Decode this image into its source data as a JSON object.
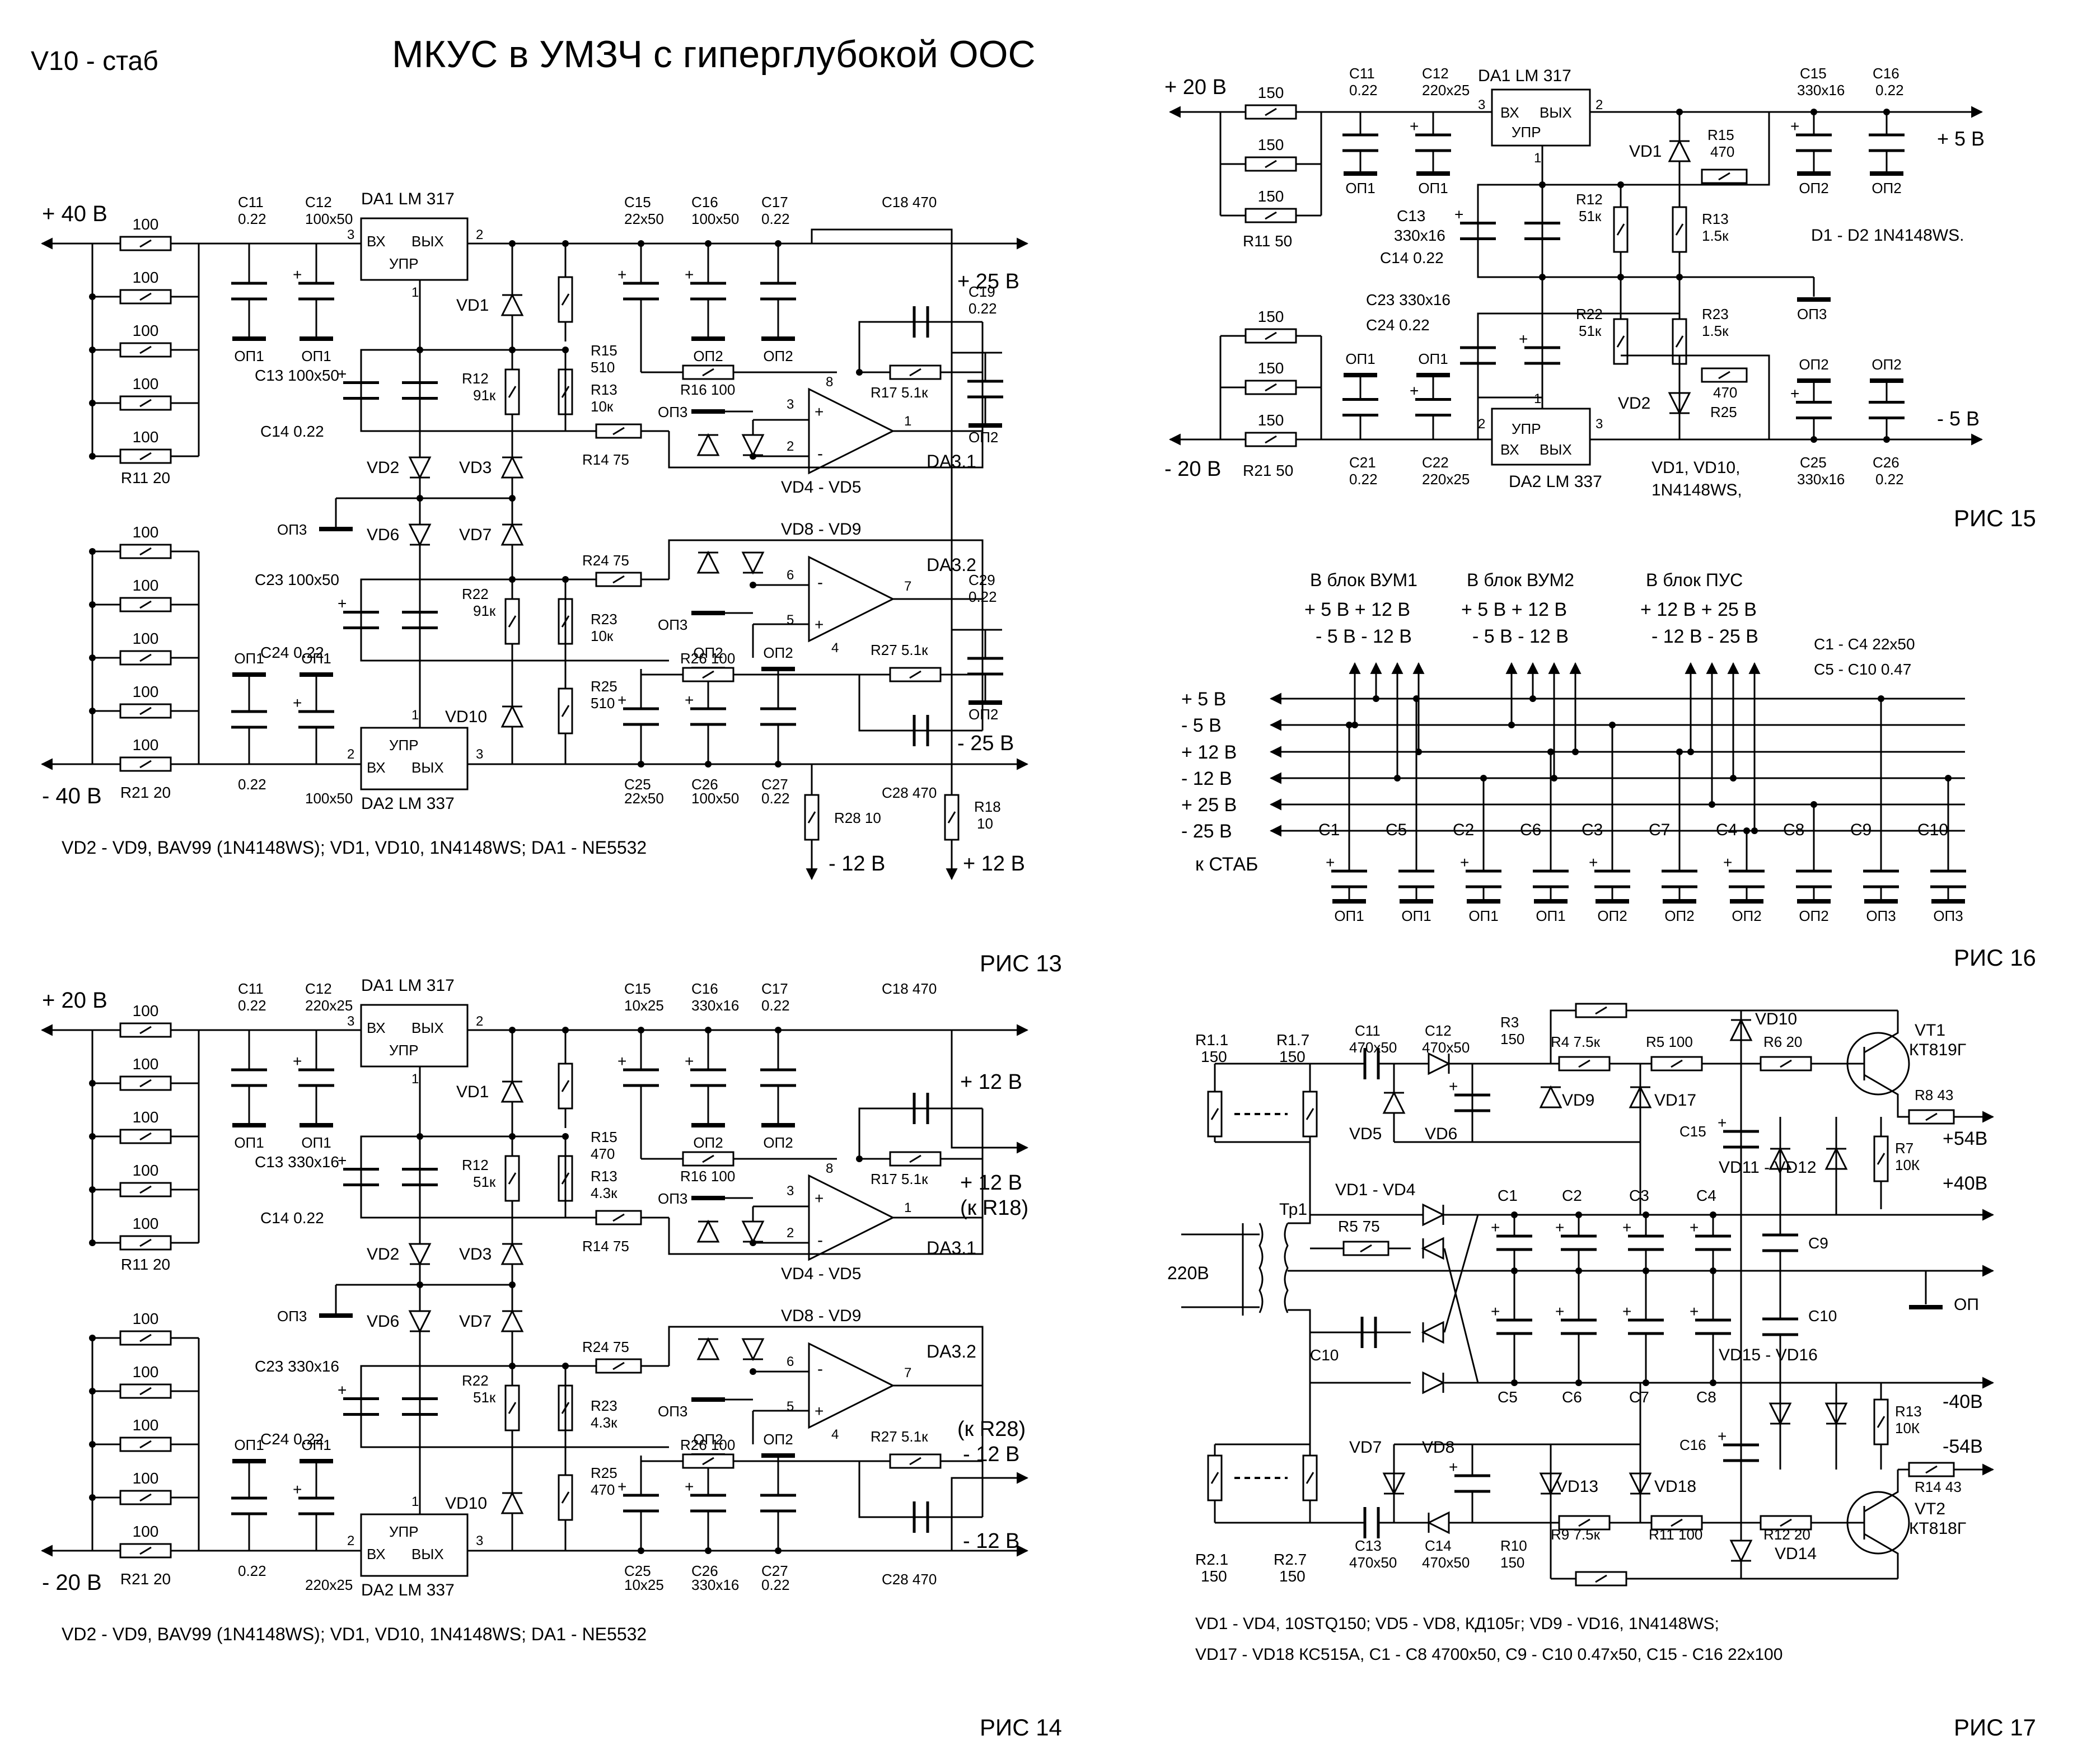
{
  "header": {
    "tag": "V10 - стаб",
    "title": "МКУС в УМЗЧ с гиперглубокой ООС"
  },
  "figures": {
    "fig13": {
      "caption": "РИС 13",
      "rails": {
        "pos_in": "+ 40 В",
        "neg_in": "- 40 В",
        "pos_out": "+ 25 В",
        "neg_out": "- 25 В",
        "tap_neg12": "- 12 В",
        "tap_pos12": "+ 12 В"
      },
      "parts": {
        "r100": "100",
        "r11": "R11  20",
        "r21": "R21  20",
        "c11": "C11",
        "c11v": "0.22",
        "c12": "C12",
        "c12v": "100x50",
        "da1": "DA1   LM 317",
        "da2": "DA2   LM 337",
        "vx": "ВХ",
        "vyx": "ВЫХ",
        "upr": "УПР",
        "c13": "C13  100x50",
        "c14": "C14   0.22",
        "c23": "C23  100x50",
        "c24": "C24   0.22",
        "r12": "R12",
        "r12v": "91к",
        "r22": "R22",
        "r22v": "91к",
        "r13": "R13",
        "r13v": "10к",
        "r23": "R23",
        "r23v": "10к",
        "r15": "R15",
        "r15v": "510",
        "r25": "R25",
        "r25v": "510",
        "r14": "R14  75",
        "r24": "R24  75",
        "c15": "C15",
        "c15v": "22x50",
        "c16": "C16",
        "c16v": "100x50",
        "c17": "C17",
        "c17v": "0.22",
        "c18": "C18   470",
        "c19": "C19",
        "c19v": "0.22",
        "c25": "C25",
        "c25v": "22x50",
        "c26": "C26",
        "c26v": "100x50",
        "c27": "C27",
        "c27v": "0.22",
        "c28": "C28   470",
        "c29": "C29",
        "c29v": "0.22",
        "r16": "R16  100",
        "r17": "R17  5.1к",
        "r26": "R26  100",
        "r27": "R27  5.1к",
        "r28": "R28  10",
        "r18": "R18",
        "r18v": "10",
        "da31": "DA3.1",
        "da32": "DA3.2",
        "vd45": "VD4 - VD5",
        "vd89": "VD8 - VD9",
        "vd1": "VD1",
        "vd2": "VD2",
        "vd3": "VD3",
        "vd6": "VD6",
        "vd7": "VD7",
        "vd10": "VD10",
        "op1": "ОП1",
        "op2": "ОП2",
        "op3": "ОП3",
        "pin1": "1",
        "pin2": "2",
        "pin3": "3",
        "pin4": "4",
        "pin5": "5",
        "pin6": "6",
        "pin7": "7",
        "pin8": "8",
        "plus": "+",
        "minus": "-"
      },
      "note": "VD2 - VD9,  BAV99 (1N4148WS);   VD1,  VD10,  1N4148WS;   DA1 - NE5532"
    },
    "fig14": {
      "caption": "РИС 14",
      "rails": {
        "pos_in": "+ 20 В",
        "neg_in": "- 20 В",
        "pos_out": "+ 12 В",
        "pos_out2": "+ 12 В",
        "pos_out2_note": "(к R18)",
        "neg_out": "- 12 В",
        "neg_out2": "- 12 В",
        "neg_out2_note": "(к R28)"
      },
      "parts": {
        "c12v": "220x25",
        "c13": "C13  330x16",
        "c23": "C23  330x16",
        "r12v": "51к",
        "r22v": "51к",
        "r13v": "4.3к",
        "r23v": "4.3к",
        "r15v": "470",
        "r25v": "470",
        "c15v": "10x25",
        "c16v": "330x16",
        "c25v": "10x25",
        "c26v": "330x16",
        "c22v": "220x25"
      },
      "note": "VD2 - VD9,  BAV99 (1N4148WS);   VD1,  VD10,  1N4148WS;   DA1 - NE5532"
    },
    "fig15": {
      "caption": "РИС 15",
      "rails": {
        "pos_in": "+ 20 В",
        "neg_in": "- 20 В",
        "pos_out": "+ 5 В",
        "neg_out": "- 5 В"
      },
      "parts": {
        "r150": "150",
        "r11": "R11  50",
        "r21": "R21  50",
        "c11": "C11",
        "c11v": "0.22",
        "c12": "C12",
        "c12v": "220x25",
        "c21": "C21",
        "c21v": "0.22",
        "c22": "C22",
        "c22v": "220x25",
        "da1": "DA1   LM 317",
        "da2": "DA2   LM 337",
        "r15": "R15",
        "r15v": "470",
        "r25": "R25",
        "r25v": "470",
        "r12": "R12",
        "r12v": "51к",
        "r13": "R13",
        "r13v": "1.5к",
        "r22": "R22",
        "r22v": "51к",
        "r23": "R23",
        "r23v": "1.5к",
        "c13": "C13",
        "c13v": "330x16",
        "c14": "C14  0.22",
        "c23": "C23   330x16",
        "c24": "C24  0.22",
        "c15": "C15",
        "c15v": "330x16",
        "c16": "C16",
        "c16v": "0.22",
        "c25": "C25",
        "c25v": "330x16",
        "c26": "C26",
        "c26v": "0.22",
        "note1": "D1 - D2    1N4148WS.",
        "note2a": "VD1,  VD10,",
        "note2b": "1N4148WS,"
      }
    },
    "fig16": {
      "caption": "РИС 16",
      "blocks": [
        {
          "title": "В блок ВУМ1",
          "top": "+ 5 В + 12 В",
          "bottom": "- 5 В  - 12 В"
        },
        {
          "title": "В блок ВУМ2",
          "top": "+ 5 В + 12 В",
          "bottom": "- 5 В  - 12 В"
        },
        {
          "title": "В блок ПУС",
          "top": "+ 12 В + 25 В",
          "bottom": "- 12 В  - 25 В"
        }
      ],
      "caps_note1": "C1 - C4   22x50",
      "caps_note2": "C5 - C10   0.47",
      "rails": [
        "+ 5 В",
        "- 5 В",
        "+ 12 В",
        "- 12 В",
        "+ 25 В",
        "- 25 В"
      ],
      "to_stab": "к СТАБ",
      "caps": [
        "C1",
        "C5",
        "C2",
        "C6",
        "C3",
        "C7",
        "C4",
        "C8",
        "C9",
        "C10"
      ],
      "grounds": [
        "ОП1",
        "ОП1",
        "ОП1",
        "ОП1",
        "ОП2",
        "ОП2",
        "ОП2",
        "ОП2",
        "ОП3",
        "ОП3"
      ]
    },
    "fig17": {
      "caption": "РИС 17",
      "parts": {
        "r11": "R1.1",
        "r11v": "150",
        "r17": "R1.7",
        "r17v": "150",
        "r21": "R2.1",
        "r21v": "150",
        "r27": "R2.7",
        "r27v": "150",
        "c11": "C11",
        "c11v": "470x50",
        "c12": "C12",
        "c12v": "470x50",
        "c13": "C13",
        "c13v": "470x50",
        "c14": "C14",
        "c14v": "470x50",
        "r3": "R3",
        "r3v": "150",
        "r10": "R10",
        "r10v": "150",
        "r4": "R4  7.5к",
        "r5": "R5  100",
        "r6": "R6   20",
        "r9": "R9  7.5к",
        "r11b": "R11  100",
        "r12": "R12   20",
        "vd10": "VD10",
        "vd14": "VD14",
        "vt1": "VT1",
        "vt1v": "КТ819Г",
        "vt2": "VT2",
        "vt2v": "КТ818Г",
        "r8": "R8   43",
        "r14": "R14   43",
        "r7": "R7",
        "r7v": "10К",
        "r13": "R13",
        "r13v": "10К",
        "p54": "+54В",
        "p40": "+40В",
        "n40": "-40В",
        "n54": "-54В",
        "vd5": "VD5",
        "vd6": "VD6",
        "vd7": "VD7",
        "vd8": "VD8",
        "vd9": "VD9",
        "vd13": "VD13",
        "vd17": "VD17",
        "vd18": "VD18",
        "c15": "C15",
        "c16": "C16",
        "vd14b": "VD1 - VD4",
        "tr1": "Тр1",
        "r5b": "R5  75",
        "c10": "C10",
        "c9": "C9",
        "c10b": "C10",
        "v220": "220В",
        "caps_top": [
          "C1",
          "C2",
          "C3",
          "C4"
        ],
        "caps_bot": [
          "C5",
          "C6",
          "C7",
          "C8"
        ],
        "vd1112": "VD11 - VD12",
        "vd1516": "VD15 - VD16",
        "op": "ОП"
      },
      "note1": "VD1 - VD4,  10STQ150;   VD5 - VD8,  КД105г;   VD9 - VD16,  1N4148WS;",
      "note2": "VD17 - VD18   КС515А,     C1 - C8   4700x50,    C9 - C10   0.47x50,     C15 - C16   22x100"
    }
  }
}
